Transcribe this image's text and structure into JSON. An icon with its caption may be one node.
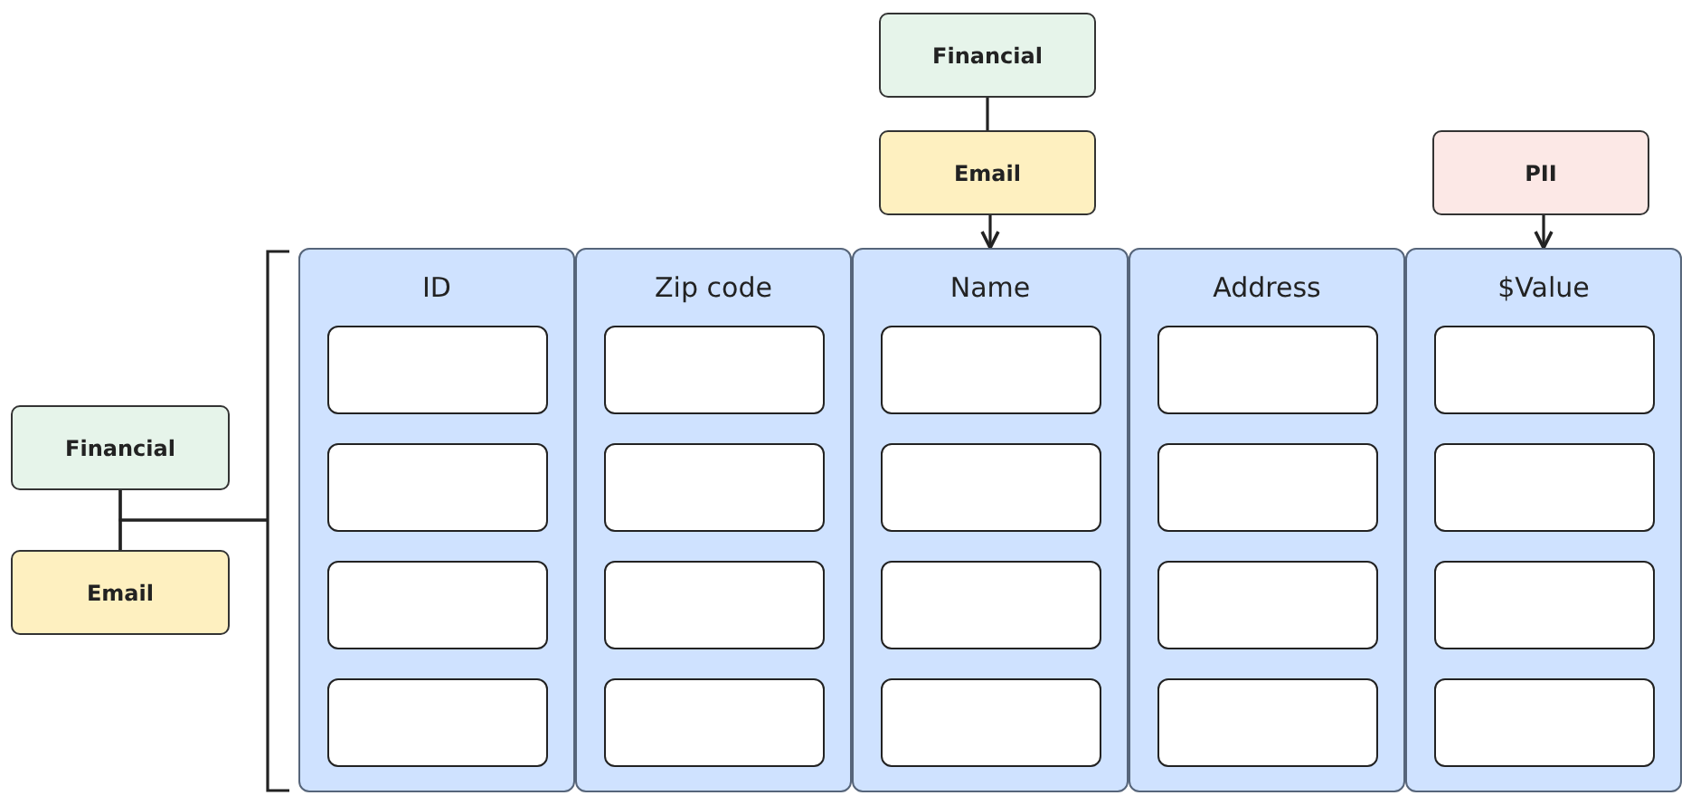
{
  "diagram": {
    "nodes": [
      {
        "text": [
          "Financial"
        ]
      },
      {
        "text": [
          "Email"
        ]
      },
      {
        "text": [
          "PII"
        ]
      },
      {
        "text": [
          "Financial"
        ]
      },
      {
        "text": [
          "Email"
        ]
      },
      {
        "text": [],
        "shape": "bracket"
      },
      {
        "text": [
          "ID"
        ]
      },
      {
        "text": [],
        "shape": "box",
        "in": 6
      },
      {
        "text": [],
        "shape": "box",
        "in": 6
      },
      {
        "text": [],
        "shape": "box",
        "in": 6
      },
      {
        "text": [],
        "shape": "box",
        "in": 6
      },
      {
        "text": [
          "Zip code"
        ]
      },
      {
        "text": [],
        "shape": "box",
        "in": 11
      },
      {
        "text": [],
        "shape": "box",
        "in": 11
      },
      {
        "text": [],
        "shape": "box",
        "in": 11
      },
      {
        "text": [],
        "shape": "box",
        "in": 11
      },
      {
        "text": [
          "Name"
        ]
      },
      {
        "text": [],
        "shape": "box",
        "in": 16
      },
      {
        "text": [],
        "shape": "box",
        "in": 16
      },
      {
        "text": [],
        "shape": "box",
        "in": 16
      },
      {
        "text": [],
        "shape": "box",
        "in": 16
      },
      {
        "text": [
          "Address"
        ]
      },
      {
        "text": [],
        "shape": "box",
        "in": 21
      },
      {
        "text": [],
        "shape": "box",
        "in": 21
      },
      {
        "text": [],
        "shape": "box",
        "in": 21
      },
      {
        "text": [],
        "shape": "box",
        "in": 21
      },
      {
        "text": [
          "$Value"
        ]
      },
      {
        "text": [],
        "shape": "box",
        "in": 26
      },
      {
        "text": [],
        "shape": "box",
        "in": 26
      },
      {
        "text": [],
        "shape": "box",
        "in": 26
      },
      {
        "text": [],
        "shape": "box",
        "in": 26
      }
    ],
    "edges": [
      {
        "from": 0,
        "to": 1,
        "arrow": "none"
      },
      {
        "from": 1,
        "to": 16,
        "arrow": "to"
      },
      {
        "from": 2,
        "to": 26,
        "arrow": "to"
      },
      {
        "from": 3,
        "to": 4,
        "arrow": "none"
      },
      {
        "from": 3,
        "to": 5,
        "arrow": "none"
      },
      {
        "from": 4,
        "to": 5,
        "arrow": "none"
      }
    ]
  }
}
